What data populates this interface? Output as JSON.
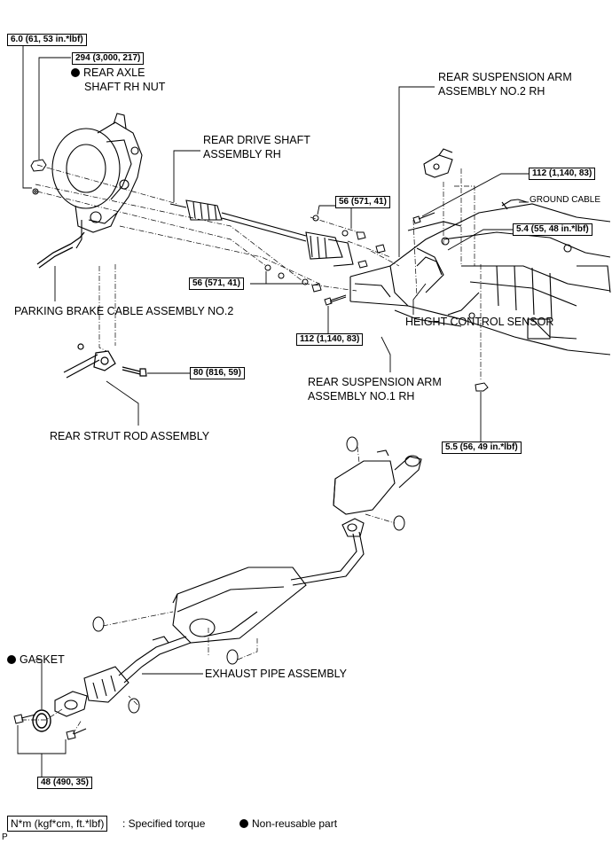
{
  "torque": {
    "hub_bolt": "6.0 (61, 53 in.*lbf)",
    "axle_nut": "294 (3,000, 217)",
    "drive_shaft_upper": "56 (571, 41)",
    "drive_shaft_lower": "56 (571, 41)",
    "arm_no2_bolt": "112 (1,140, 83)",
    "sensor_bolt": "5.4 (55, 48 in.*lbf)",
    "arm_no1_bolt": "112 (1,140, 83)",
    "strut_rod_bolt": "80 (816, 59)",
    "sensor_nut": "5.5 (56, 49 in.*lbf)",
    "exhaust_nuts": "48 (490, 35)"
  },
  "labels": {
    "axle_nut_l1": "REAR AXLE",
    "axle_nut_l2": "SHAFT RH NUT",
    "drive_shaft_l1": "REAR DRIVE SHAFT",
    "drive_shaft_l2": "ASSEMBLY RH",
    "arm_no2_l1": "REAR SUSPENSION ARM",
    "arm_no2_l2": "ASSEMBLY NO.2 RH",
    "ground_cable": "GROUND CABLE",
    "parking_brake": "PARKING BRAKE CABLE ASSEMBLY NO.2",
    "height_sensor": "HEIGHT CONTROL SENSOR",
    "arm_no1_l1": "REAR SUSPENSION ARM",
    "arm_no1_l2": "ASSEMBLY NO.1 RH",
    "strut_rod": "REAR STRUT ROD ASSEMBLY",
    "gasket": "GASKET",
    "exhaust_pipe": "EXHAUST PIPE ASSEMBLY"
  },
  "legend": {
    "torque_unit": "N*m (kgf*cm, ft.*lbf)",
    "torque_desc": ": Specified torque",
    "nonreusable": "Non-reusable part"
  },
  "corner_mark": "P"
}
